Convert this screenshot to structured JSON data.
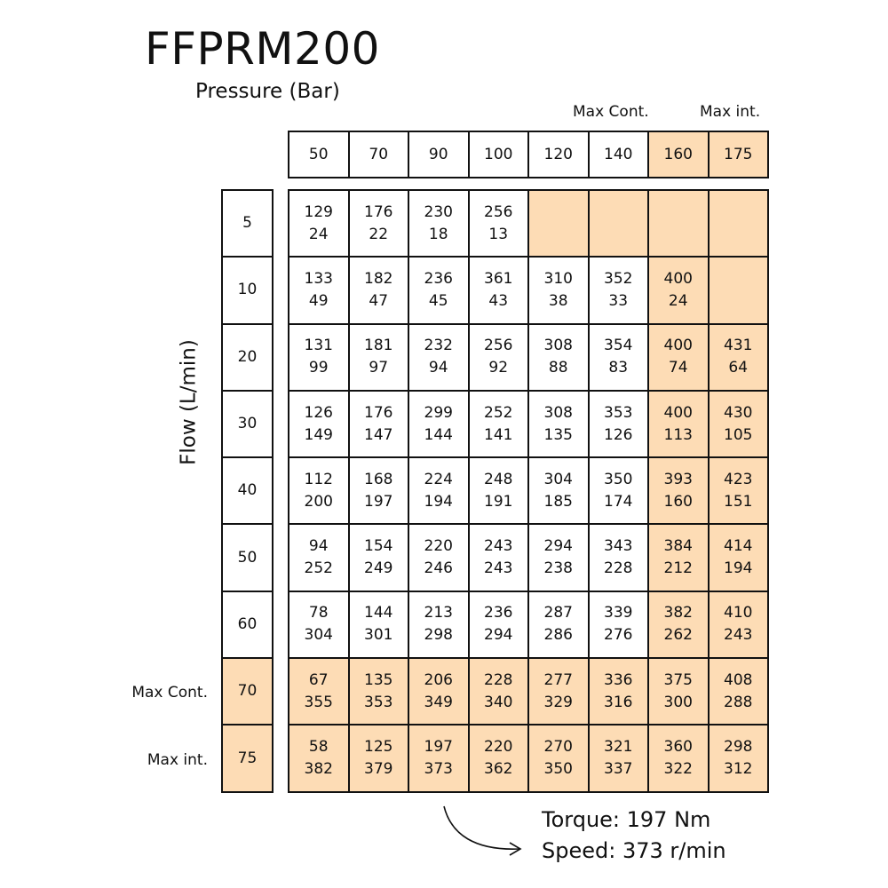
{
  "title": "FFPRM200",
  "pressure_axis_label": "Pressure (Bar)",
  "flow_axis_label": "Flow (L/min)",
  "header_labels": {
    "max_cont": "Max Cont.",
    "max_int": "Max int."
  },
  "row_labels": {
    "max_cont": "Max Cont.",
    "max_int": "Max int."
  },
  "highlight_color": "#fddcb5",
  "pressures": [
    "50",
    "70",
    "90",
    "100",
    "120",
    "140",
    "160",
    "175"
  ],
  "flows": [
    "5",
    "10",
    "20",
    "30",
    "40",
    "50",
    "60",
    "70",
    "75"
  ],
  "cells": [
    [
      [
        "129",
        "24"
      ],
      [
        "176",
        "22"
      ],
      [
        "230",
        "18"
      ],
      [
        "256",
        "13"
      ],
      [
        "",
        ""
      ],
      [
        "",
        ""
      ],
      [
        "",
        ""
      ],
      [
        "",
        ""
      ]
    ],
    [
      [
        "133",
        "49"
      ],
      [
        "182",
        "47"
      ],
      [
        "236",
        "45"
      ],
      [
        "361",
        "43"
      ],
      [
        "310",
        "38"
      ],
      [
        "352",
        "33"
      ],
      [
        "400",
        "24"
      ],
      [
        "",
        ""
      ]
    ],
    [
      [
        "131",
        "99"
      ],
      [
        "181",
        "97"
      ],
      [
        "232",
        "94"
      ],
      [
        "256",
        "92"
      ],
      [
        "308",
        "88"
      ],
      [
        "354",
        "83"
      ],
      [
        "400",
        "74"
      ],
      [
        "431",
        "64"
      ]
    ],
    [
      [
        "126",
        "149"
      ],
      [
        "176",
        "147"
      ],
      [
        "299",
        "144"
      ],
      [
        "252",
        "141"
      ],
      [
        "308",
        "135"
      ],
      [
        "353",
        "126"
      ],
      [
        "400",
        "113"
      ],
      [
        "430",
        "105"
      ]
    ],
    [
      [
        "112",
        "200"
      ],
      [
        "168",
        "197"
      ],
      [
        "224",
        "194"
      ],
      [
        "248",
        "191"
      ],
      [
        "304",
        "185"
      ],
      [
        "350",
        "174"
      ],
      [
        "393",
        "160"
      ],
      [
        "423",
        "151"
      ]
    ],
    [
      [
        "94",
        "252"
      ],
      [
        "154",
        "249"
      ],
      [
        "220",
        "246"
      ],
      [
        "243",
        "243"
      ],
      [
        "294",
        "238"
      ],
      [
        "343",
        "228"
      ],
      [
        "384",
        "212"
      ],
      [
        "414",
        "194"
      ]
    ],
    [
      [
        "78",
        "304"
      ],
      [
        "144",
        "301"
      ],
      [
        "213",
        "298"
      ],
      [
        "236",
        "294"
      ],
      [
        "287",
        "286"
      ],
      [
        "339",
        "276"
      ],
      [
        "382",
        "262"
      ],
      [
        "410",
        "243"
      ]
    ],
    [
      [
        "67",
        "355"
      ],
      [
        "135",
        "353"
      ],
      [
        "206",
        "349"
      ],
      [
        "228",
        "340"
      ],
      [
        "277",
        "329"
      ],
      [
        "336",
        "316"
      ],
      [
        "375",
        "300"
      ],
      [
        "408",
        "288"
      ]
    ],
    [
      [
        "58",
        "382"
      ],
      [
        "125",
        "379"
      ],
      [
        "197",
        "373"
      ],
      [
        "220",
        "362"
      ],
      [
        "270",
        "350"
      ],
      [
        "321",
        "337"
      ],
      [
        "360",
        "322"
      ],
      [
        "298",
        "312"
      ]
    ]
  ],
  "legend": {
    "torque": "Torque: 197 Nm",
    "speed": "Speed: 373 r/min"
  }
}
